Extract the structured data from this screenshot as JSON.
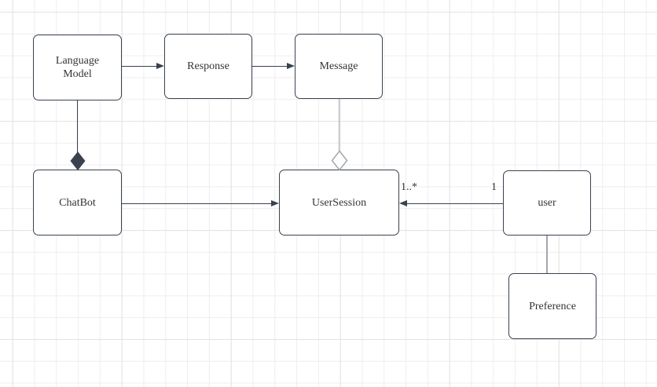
{
  "diagram": {
    "type": "uml-class-diagram",
    "nodes": {
      "language_model": {
        "label": "Language\nModel"
      },
      "response": {
        "label": "Response"
      },
      "message": {
        "label": "Message"
      },
      "chatbot": {
        "label": "ChatBot"
      },
      "user_session": {
        "label": "UserSession"
      },
      "user": {
        "label": "user"
      },
      "preference": {
        "label": "Preference"
      }
    },
    "edges": {
      "language_model_to_response": {
        "type": "directed-arrow"
      },
      "response_to_message": {
        "type": "directed-arrow"
      },
      "chatbot_to_user_session": {
        "type": "directed-arrow"
      },
      "language_model_to_chatbot": {
        "type": "composition",
        "diamond": "filled"
      },
      "message_to_user_session": {
        "type": "aggregation",
        "diamond": "hollow"
      },
      "user_to_user_session": {
        "type": "directed-arrow",
        "source_multiplicity": "1",
        "target_multiplicity": "1..*"
      },
      "user_to_preference": {
        "type": "plain-line"
      }
    },
    "colors": {
      "node_border": "#39424E",
      "connector_dark": "#39424E",
      "connector_gray": "#A3A7AB",
      "diamond_hollow_fill": "#FFFFFF",
      "text": "#333333",
      "canvas_bg": "#FFFFFF",
      "grid_minor": "#EEEEEE",
      "grid_major": "#E3E3E3"
    }
  }
}
